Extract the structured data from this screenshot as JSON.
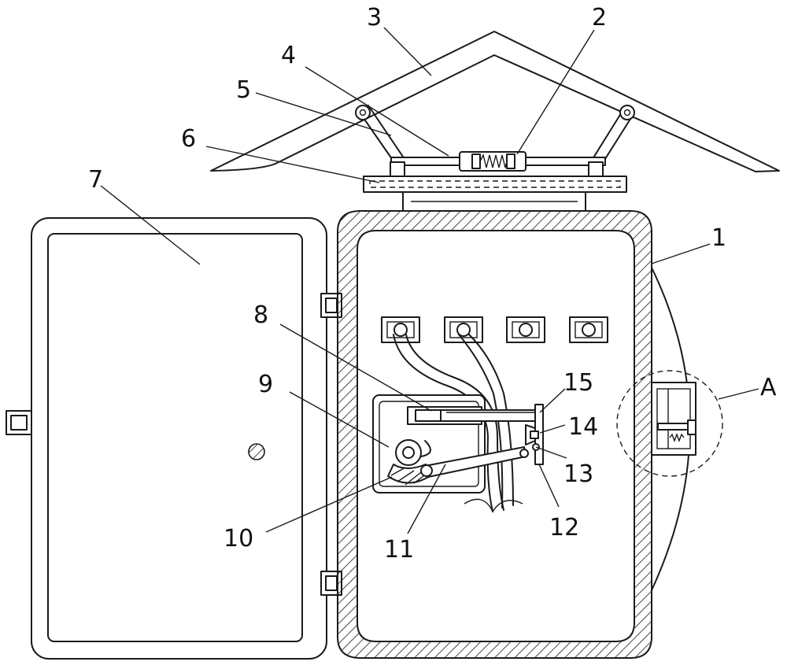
{
  "labels": {
    "l1": "1",
    "l2": "2",
    "l3": "3",
    "l4": "4",
    "l5": "5",
    "l6": "6",
    "l7": "7",
    "l8": "8",
    "l9": "9",
    "l10": "10",
    "l11": "11",
    "l12": "12",
    "l13": "13",
    "l14": "14",
    "l15": "15",
    "lA": "A"
  },
  "colors": {
    "line": "#1a1a1a",
    "background": "#ffffff",
    "hatch": "#1a1a1a"
  }
}
